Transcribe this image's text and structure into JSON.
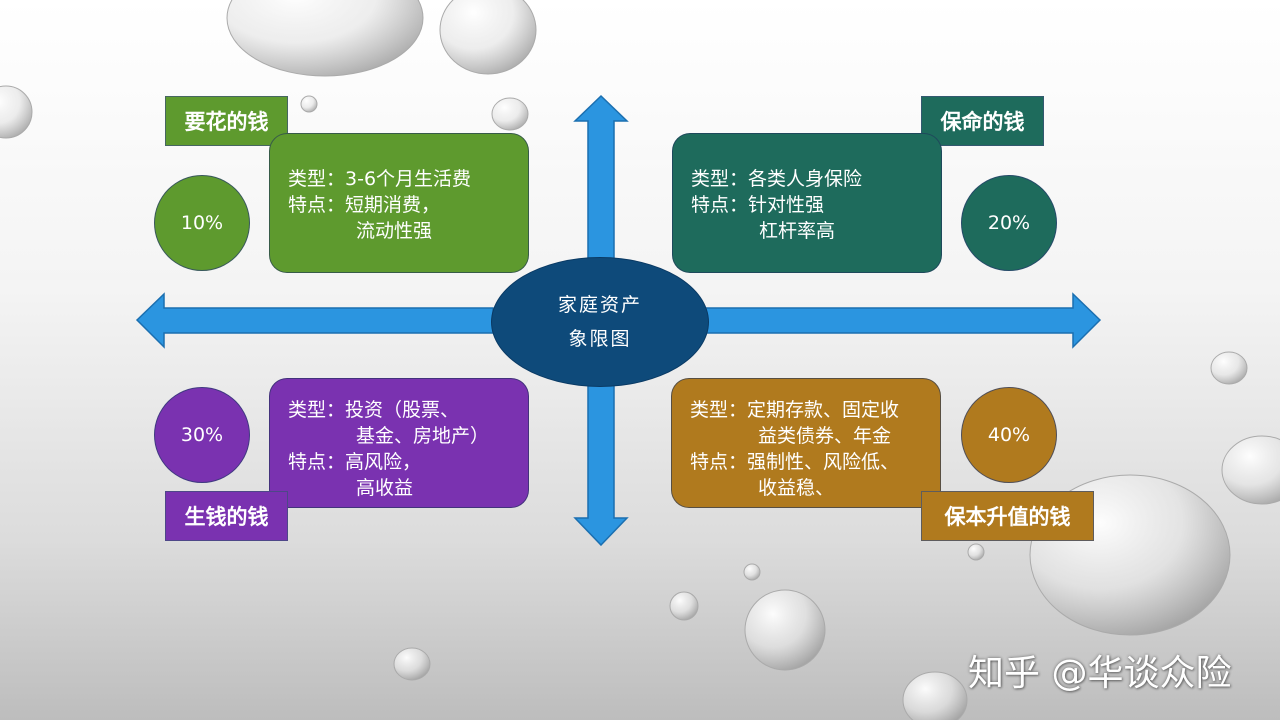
{
  "center": {
    "line1": "家庭资产",
    "line2": "象限图"
  },
  "quadrants": {
    "spend": {
      "tag": "要花的钱",
      "percent": "10%",
      "type_label": "类型：",
      "type_value": "3-6个月生活费",
      "feature_label": "特点：",
      "feature_value": "短期消费，",
      "feature_value_2": "流动性强",
      "color": "#5e9a2e"
    },
    "protect": {
      "tag": "保命的钱",
      "percent": "20%",
      "type_label": "类型：",
      "type_value": "各类人身保险",
      "feature_label": "特点：",
      "feature_value": "针对性强",
      "feature_value_2": "杠杆率高",
      "color": "#1e6b5c"
    },
    "grow": {
      "tag": "生钱的钱",
      "percent": "30%",
      "type_label": "类型：",
      "type_value": "投资（股票、",
      "type_value_2": "基金、房地产）",
      "feature_label": "特点：",
      "feature_value": "高风险，",
      "feature_value_2": "高收益",
      "color": "#7a32b0"
    },
    "preserve": {
      "tag": "保本升值的钱",
      "percent": "40%",
      "type_label": "类型：",
      "type_value": "定期存款、固定收",
      "type_value_2": "益类债券、年金",
      "feature_label": "特点：",
      "feature_value": "强制性、风险低、",
      "feature_value_2": "收益稳、",
      "color": "#b07a1e"
    }
  },
  "arrow_color": "#2b95e0",
  "watermark": "知乎 @华谈众险"
}
